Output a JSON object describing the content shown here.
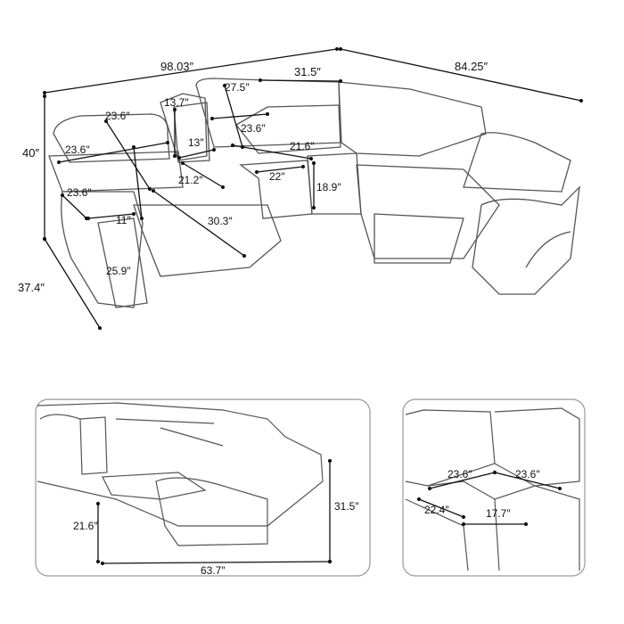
{
  "main_view": {
    "overall_width_left": "98.03″",
    "overall_width_right": "84.25″",
    "back_section_width": "31.5″",
    "height": "40″",
    "depth": "37.4″",
    "console_height": "13.7″",
    "backrest_height": "27.5″",
    "seat_back_diagonal": "23.6″",
    "backrest_width": "23.6″",
    "seat_width_left": "23.6″",
    "armrest_depth": "23.6″",
    "console_width": "13″",
    "seat_depth": "21.6″",
    "console_depth": "21.2″",
    "seat_front_width": "22″",
    "seat_height": "18.9″",
    "arm_width": "11″",
    "reclined_length": "30.3″",
    "arm_height": "25.9″"
  },
  "side_view": {
    "footrest_height": "21.6″",
    "back_height": "31.5″",
    "reclined_depth": "63.7″"
  },
  "corner_view": {
    "left_width": "23.6″",
    "right_width": "23.6″",
    "side_depth": "22.4″",
    "front_width": "17.7″"
  },
  "colors": {
    "line": "#111111",
    "sketch": "#555555",
    "panel_border": "#999999"
  }
}
